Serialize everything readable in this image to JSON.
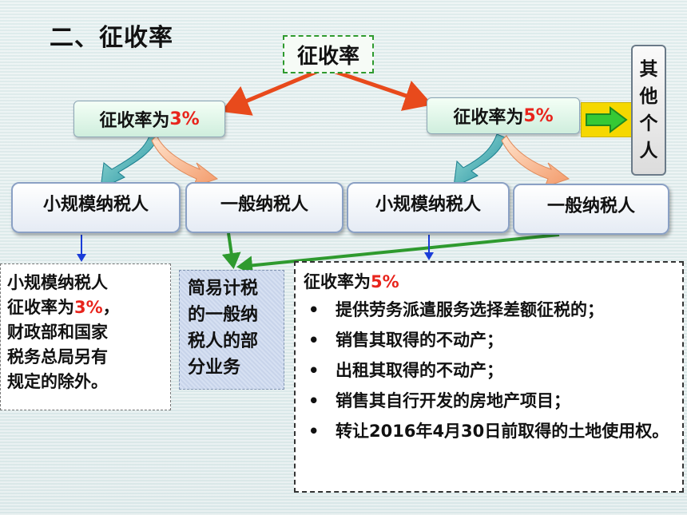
{
  "title": "二、征收率",
  "root": "征收率",
  "rate_left": {
    "label": "征收率为",
    "rate": "3%"
  },
  "rate_right": {
    "label": "征收率为",
    "rate": "5%"
  },
  "categories": {
    "left_small": "小规模纳税人",
    "left_general": "一般纳税人",
    "right_small": "小规模纳税人",
    "right_general": "一般纳税人"
  },
  "other_person": [
    "其",
    "他",
    "个",
    "人"
  ],
  "note_left": {
    "line1": "小规模纳税人",
    "line2_prefix": "征收率为",
    "line2_rate": "3%",
    "line2_suffix": "，",
    "line3": "财政部和国家",
    "line4": "税务总局另有",
    "line5": "规定的除外。"
  },
  "note_mid": [
    "简易计税",
    "的一般纳",
    "税人的部",
    "分业务"
  ],
  "note_right": {
    "head_prefix": "征收率为",
    "head_rate": "5%",
    "bullet": "•",
    "items": [
      "提供劳务派遣服务选择差额征税的；",
      "销售其取得的不动产；",
      "出租其取得的不动产；",
      "销售其自行开发的房地产项目；",
      "转让2016年4月30日前取得的土地使用权。"
    ]
  },
  "colors": {
    "red_arrow": "#e84a1c",
    "green_line": "#2e9a2e",
    "blue_arrow": "#1a3cd8",
    "highlight": "#e8241c"
  }
}
